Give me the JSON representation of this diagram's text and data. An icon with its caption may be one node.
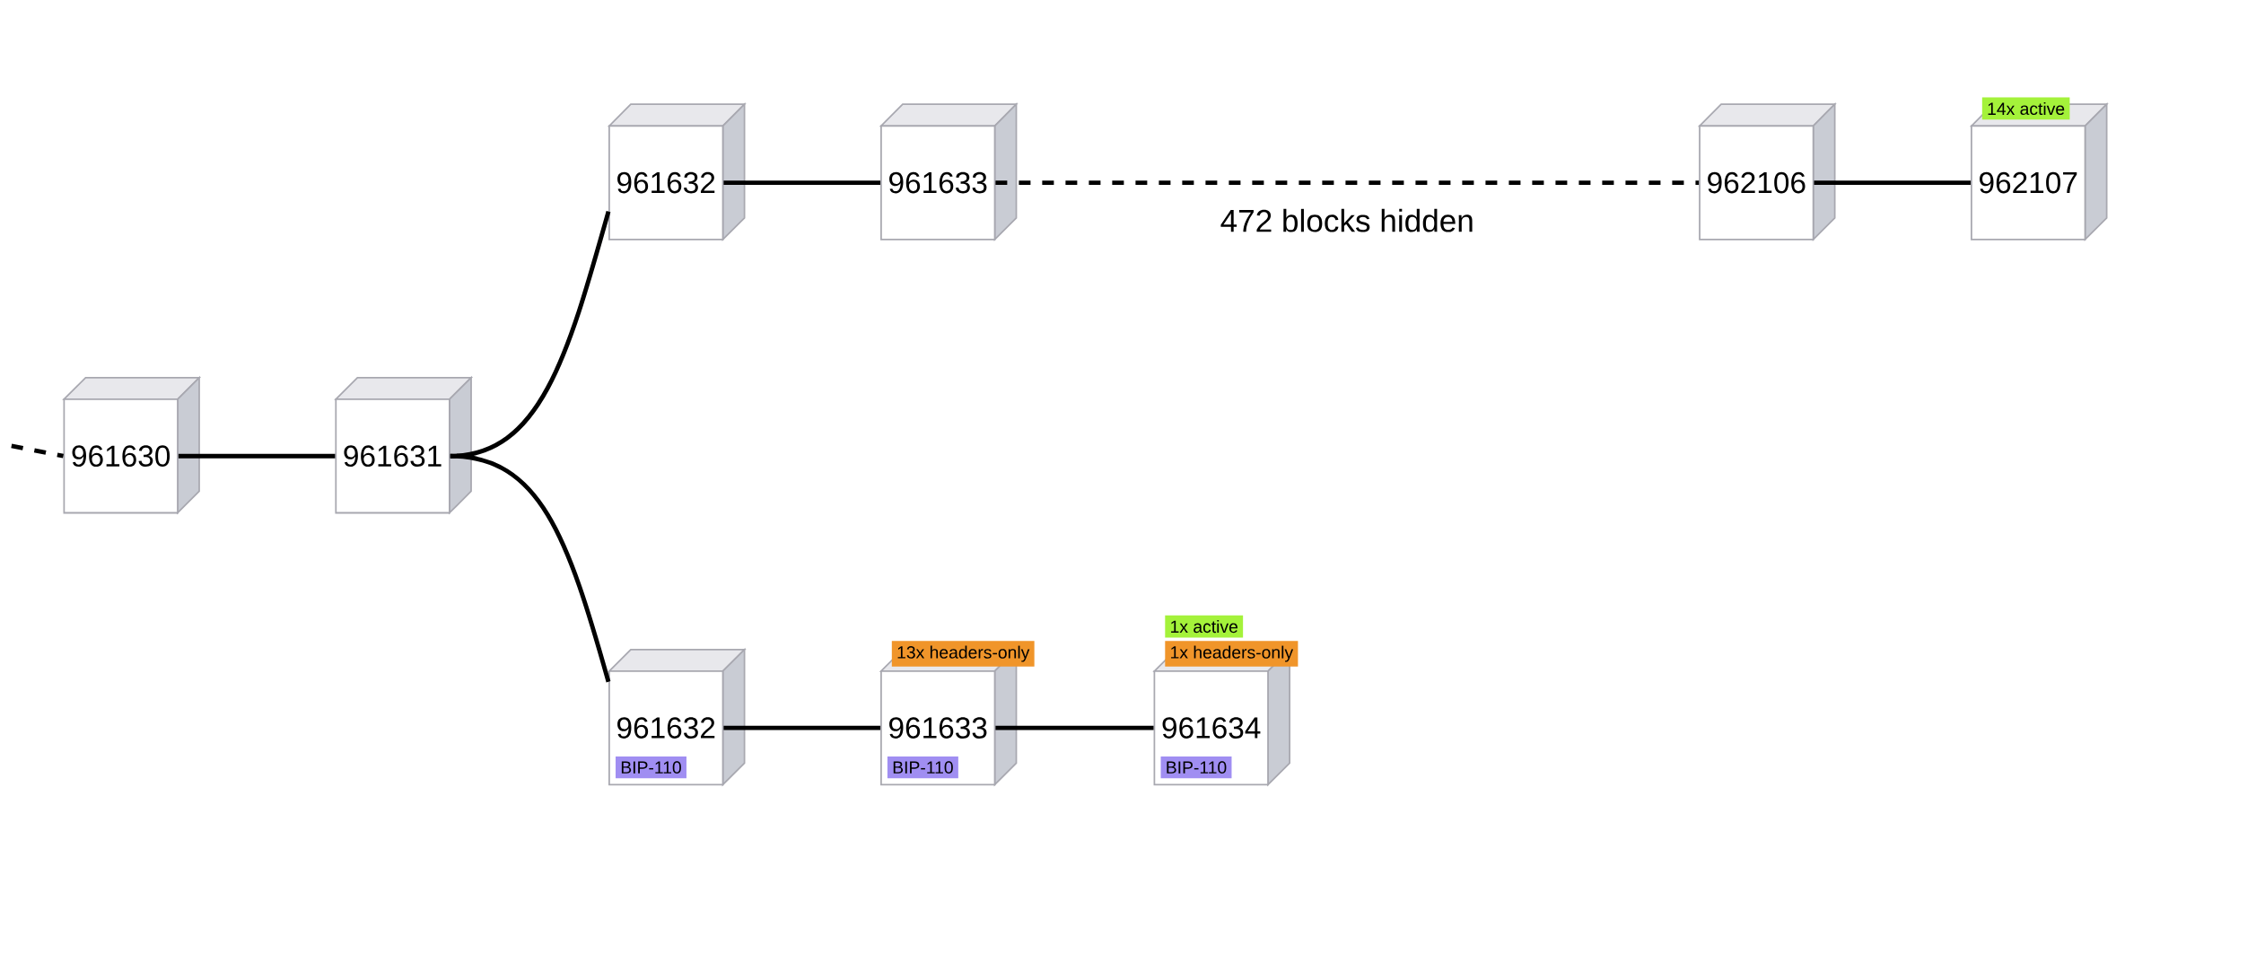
{
  "diagram": {
    "nodes": [
      {
        "text": [
          "961630"
        ]
      },
      {
        "text": [
          "961631"
        ]
      },
      {
        "text": [
          "961632"
        ]
      },
      {
        "text": [
          "961633"
        ]
      },
      {
        "text": [
          "962106"
        ]
      },
      {
        "text": [
          "962107"
        ],
        "beside": [
          "14x active"
        ]
      },
      {
        "text": [
          "961632",
          "BIP-110"
        ]
      },
      {
        "text": [
          "961633",
          "BIP-110"
        ],
        "beside": [
          "13x headers-only"
        ]
      },
      {
        "text": [
          "961634",
          "BIP-110"
        ],
        "beside": [
          "1x active",
          "1x headers-only"
        ]
      }
    ],
    "edges": [
      {
        "from": null,
        "to": 0,
        "arrow": "none",
        "style": "dashed"
      },
      {
        "from": 0,
        "to": 1,
        "arrow": "none"
      },
      {
        "from": 1,
        "to": 2,
        "arrow": "none"
      },
      {
        "from": 1,
        "to": 6,
        "arrow": "none"
      },
      {
        "from": 2,
        "to": 3,
        "arrow": "none"
      },
      {
        "from": 3,
        "to": 4,
        "arrow": "none",
        "style": "dashed",
        "label": "472 blocks hidden"
      },
      {
        "from": 4,
        "to": 5,
        "arrow": "none"
      },
      {
        "from": 6,
        "to": 7,
        "arrow": "none"
      },
      {
        "from": 7,
        "to": 8,
        "arrow": "none"
      }
    ]
  }
}
